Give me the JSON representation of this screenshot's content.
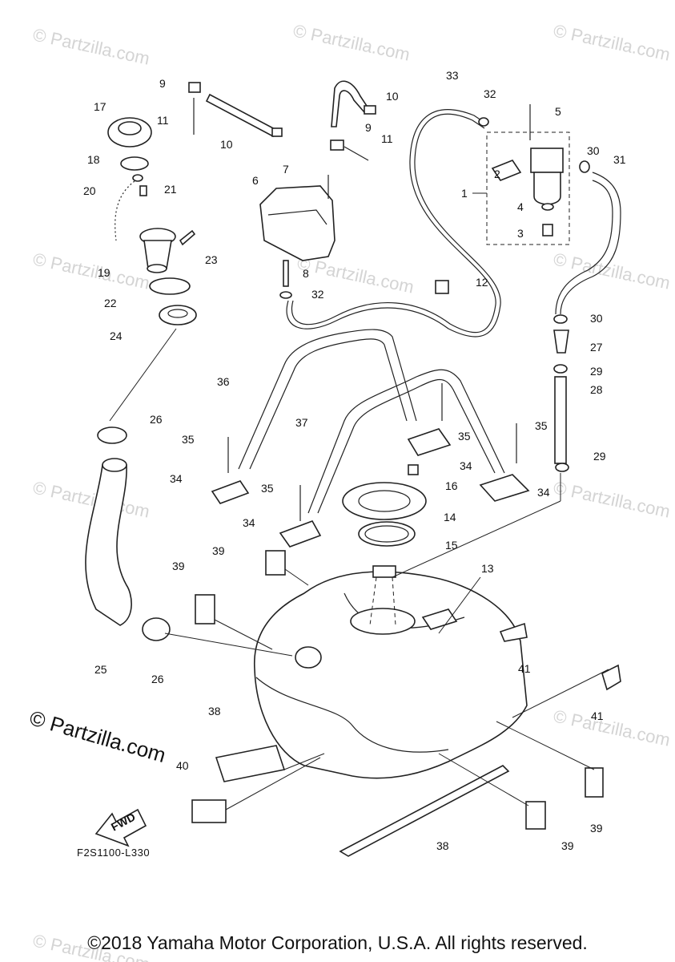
{
  "watermark_text": "© Partzilla.com",
  "brand_text": "© Partzilla.com",
  "diagram_code": "F2S1100-L330",
  "fwd_label": "FWD",
  "copyright": "©2018 Yamaha Motor Corporation, U.S.A. All rights reserved.",
  "callouts": [
    "1",
    "2",
    "3",
    "4",
    "5",
    "6",
    "7",
    "8",
    "9",
    "10",
    "11",
    "12",
    "13",
    "14",
    "15",
    "16",
    "17",
    "18",
    "19",
    "20",
    "21",
    "22",
    "23",
    "24",
    "25",
    "26",
    "27",
    "28",
    "29",
    "30",
    "31",
    "32",
    "33",
    "34",
    "35",
    "36",
    "37",
    "38",
    "39",
    "40",
    "41"
  ]
}
